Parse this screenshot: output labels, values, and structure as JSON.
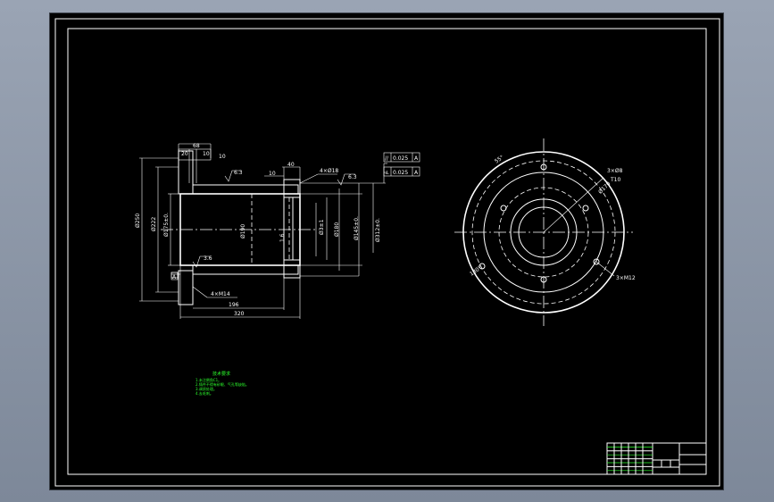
{
  "colors": {
    "background": "#000000",
    "lines": "#ffffff",
    "notes": "#2cff2c",
    "frame": "#8b95a5"
  },
  "section_view": {
    "dims_top": [
      "68",
      "20",
      "10",
      "10",
      "40",
      "10"
    ],
    "roughness": [
      "6.3",
      "6.3",
      "3.6"
    ],
    "holes_top": "4×Ø18",
    "holes_bottom": "4×M14",
    "dims_vertical": [
      "Ø250",
      "Ø222",
      "Ø175±0.",
      "Ø190",
      "Ø180",
      "Ø145±0.",
      "Ø312±0.",
      "Ø3±1"
    ],
    "dims_bottom": [
      "196",
      "320"
    ],
    "dim_small": "1.6",
    "tolerance_1": {
      "symbol": "//",
      "value": "0.025",
      "datum": "A"
    },
    "tolerance_2": {
      "symbol": "⊥",
      "value": "0.025",
      "datum": "A"
    },
    "datum_left": "A"
  },
  "end_view": {
    "angle_top": "55°",
    "angle_bottom": "180°",
    "hole_note_1": "3×Ø8",
    "hole_note_2": "T10",
    "pcd": "Ø170",
    "hole_note_3": "3×M12"
  },
  "notes": {
    "title": "技术要求",
    "lines": [
      "1.未注倒角C1。",
      "2.铸件不得有砂眼、气孔等缺陷。",
      "3.调质处理。",
      "4.去毛刺。"
    ]
  },
  "title_block": {}
}
